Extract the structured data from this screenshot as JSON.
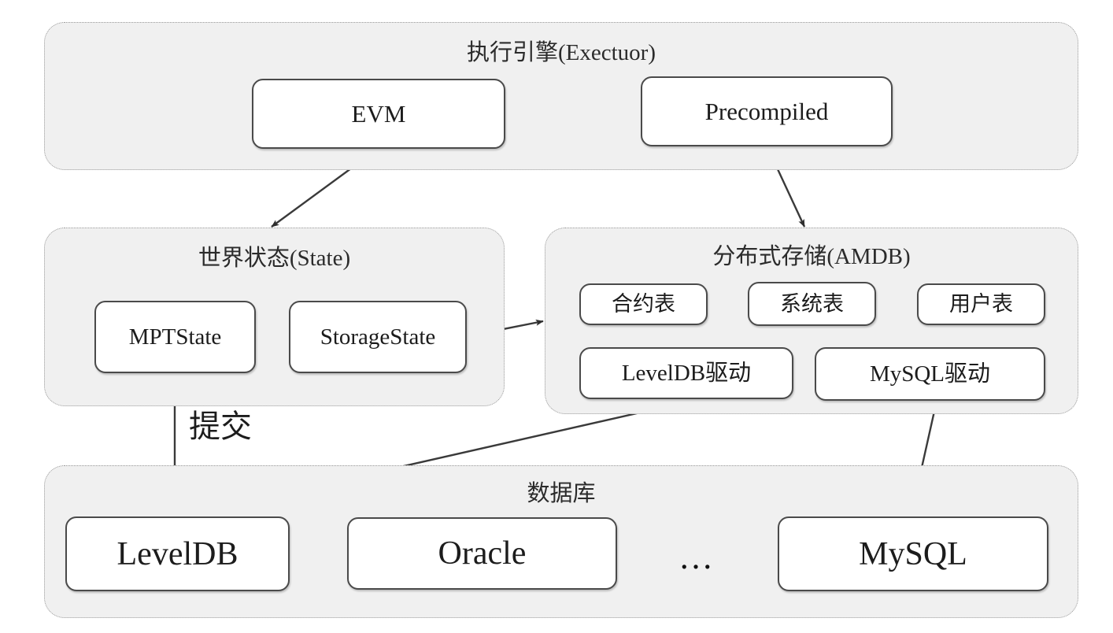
{
  "diagram": {
    "title": "FISCO BCOS storage architecture",
    "colors": {
      "panel_fill": "#f0f0f0",
      "panel_border": "#9a9a9a",
      "node_fill": "#ffffff",
      "node_border": "#4a4a4a",
      "text": "#1c1c1c",
      "arrow": "#3a3a3a",
      "background": "#ffffff"
    },
    "panels": [
      {
        "id": "executor",
        "title": "执行引擎(Exectuor)",
        "nodes": [
          {
            "id": "evm",
            "label": "EVM"
          },
          {
            "id": "precompiled",
            "label": "Precompiled"
          }
        ]
      },
      {
        "id": "state",
        "title": "世界状态(State)",
        "nodes": [
          {
            "id": "mptstate",
            "label": "MPTState"
          },
          {
            "id": "storagestate",
            "label": "StorageState"
          }
        ]
      },
      {
        "id": "amdb",
        "title": "分布式存储(AMDB)",
        "nodes": [
          {
            "id": "contract-table",
            "label": "合约表"
          },
          {
            "id": "system-table",
            "label": "系统表"
          },
          {
            "id": "user-table",
            "label": "用户表"
          },
          {
            "id": "leveldb-driver",
            "label": "LevelDB驱动"
          },
          {
            "id": "mysql-driver",
            "label": "MySQL驱动"
          }
        ]
      },
      {
        "id": "database",
        "title": "数据库",
        "nodes": [
          {
            "id": "leveldb",
            "label": "LevelDB"
          },
          {
            "id": "oracle",
            "label": "Oracle"
          },
          {
            "id": "ellipsis",
            "label": "…"
          },
          {
            "id": "mysql",
            "label": "MySQL"
          }
        ]
      }
    ],
    "edges": [
      {
        "id": "evm-to-state",
        "from": "evm",
        "to": "state",
        "label": ""
      },
      {
        "id": "precompiled-to-amdb",
        "from": "precompiled",
        "to": "amdb",
        "label": ""
      },
      {
        "id": "storagestate-to-amdb",
        "from": "storagestate",
        "to": "amdb",
        "label": ""
      },
      {
        "id": "mptstate-to-leveldb",
        "from": "mptstate",
        "to": "leveldb",
        "label": "提交"
      },
      {
        "id": "leveldbdriver-to-leveldb",
        "from": "leveldb-driver",
        "to": "leveldb",
        "label": ""
      },
      {
        "id": "mysqldriver-to-mysql",
        "from": "mysql-driver",
        "to": "mysql",
        "label": ""
      }
    ],
    "edge_labels": {
      "commit": "提交"
    }
  }
}
